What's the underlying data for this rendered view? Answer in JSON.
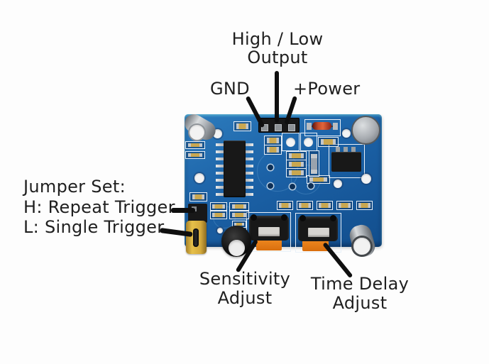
{
  "labels": {
    "output": {
      "line1": "High / Low",
      "line2": "Output"
    },
    "gnd": "GND",
    "power": "+Power",
    "jumper": {
      "title": "Jumper Set:",
      "h": "H: Repeat Trigger",
      "l": "L: Single Trigger"
    },
    "sensitivity": {
      "line1": "Sensitivity",
      "line2": "Adjust"
    },
    "time_delay": {
      "line1": "Time Delay",
      "line2": "Adjust"
    }
  },
  "colors": {
    "background": "#fdfdfd",
    "pcb_blue": "#1b61a6",
    "pcb_edge": "#6ecbd4",
    "silkscreen": "#e9f1f9",
    "jumper_yellow": "#dcb33c",
    "trimmer_orange": "#ef8018",
    "text": "#1f1f1f",
    "line": "#0f0f0f"
  },
  "components": [
    "pir-sensor-board",
    "output-pin-header",
    "protection-diode",
    "controller-ic",
    "voltage-regulator",
    "trigger-jumper",
    "jumper-cap",
    "sensitivity-trimmer",
    "time-delay-trimmer",
    "electrolytic-capacitor",
    "smd-resistors",
    "mounting-holes"
  ]
}
